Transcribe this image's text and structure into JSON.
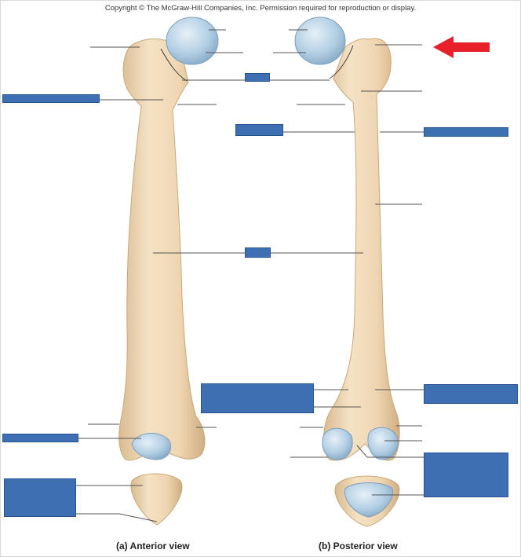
{
  "copyright": "Copyright © The McGraw-Hill Companies, Inc. Permission required for reproduction or display.",
  "captions": {
    "anterior": "(a) Anterior view",
    "posterior": "(b) Posterior view"
  },
  "colors": {
    "bone": "#f1d9b5",
    "bone_shadow": "#d7b98e",
    "cartilage": "#a9c8e0",
    "label_box": "#3d6fb2",
    "leader_line": "#555555",
    "arrow": "#e8202a"
  },
  "icons": {
    "pointer": "red-arrow-left"
  }
}
